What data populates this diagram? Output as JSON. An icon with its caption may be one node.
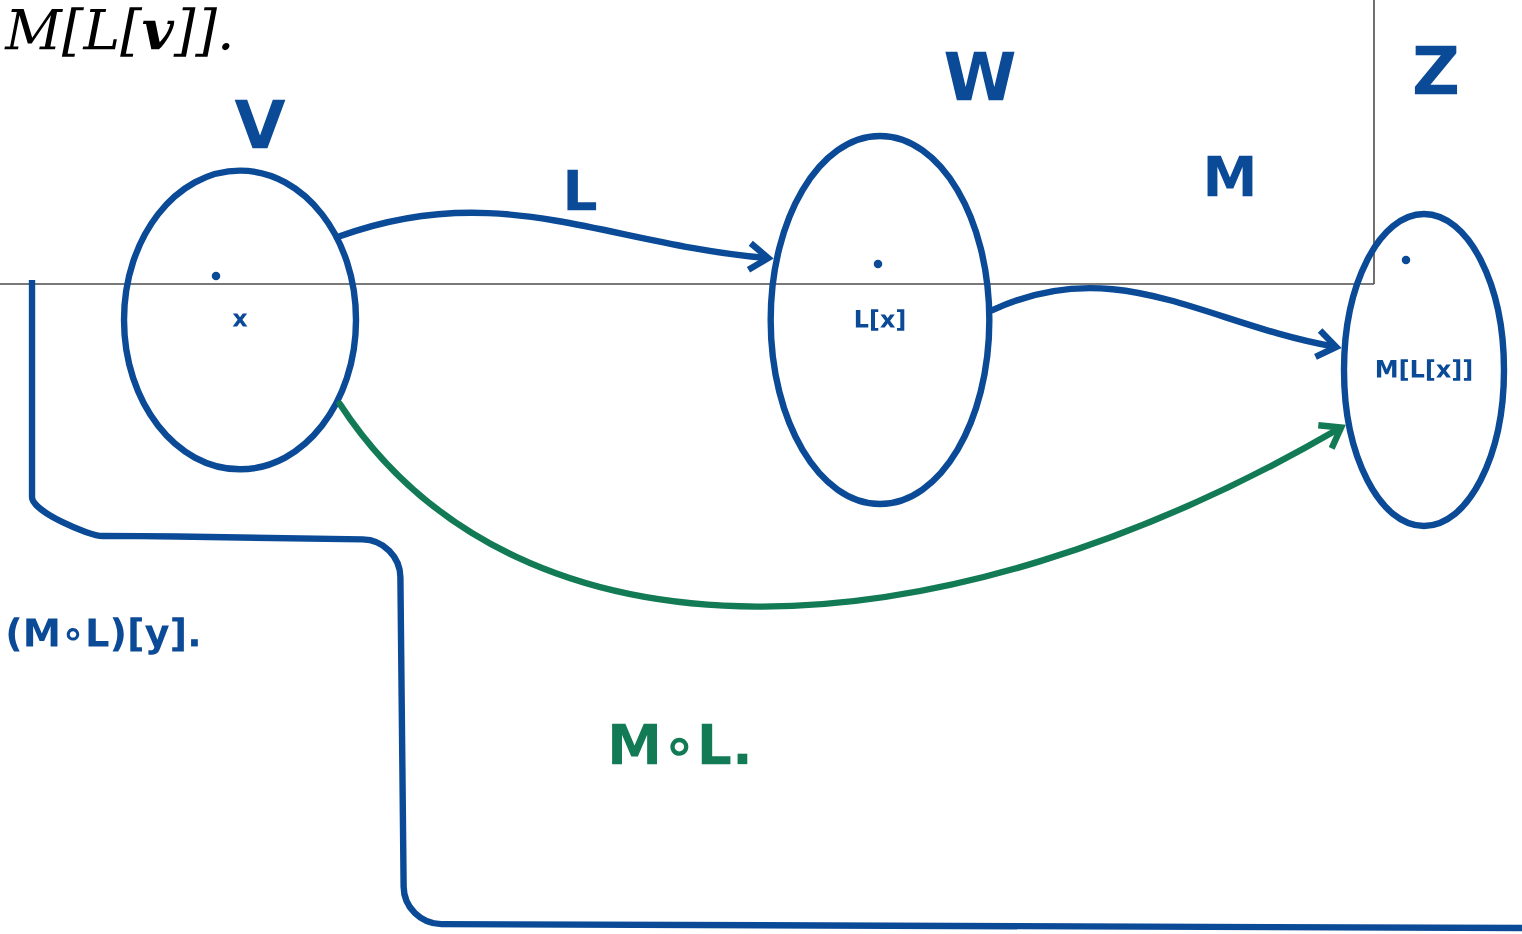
{
  "diagram": {
    "nodes": [
      {
        "text": [
          "V",
          "x"
        ]
      },
      {
        "text": [
          "W",
          "L[x]"
        ]
      },
      {
        "text": [
          "Z",
          "M[L[x]]"
        ]
      }
    ],
    "edges": [
      {
        "from": 0,
        "to": 1,
        "arrow": "to",
        "label": "L"
      },
      {
        "from": 1,
        "to": 2,
        "arrow": "to",
        "label": "M"
      },
      {
        "from": 0,
        "to": 2,
        "arrow": "to",
        "label": "M∘L.",
        "color": "#127a55"
      }
    ],
    "labels": [
      "M[L[**v**]].",
      "(M∘L)[y]."
    ]
  }
}
